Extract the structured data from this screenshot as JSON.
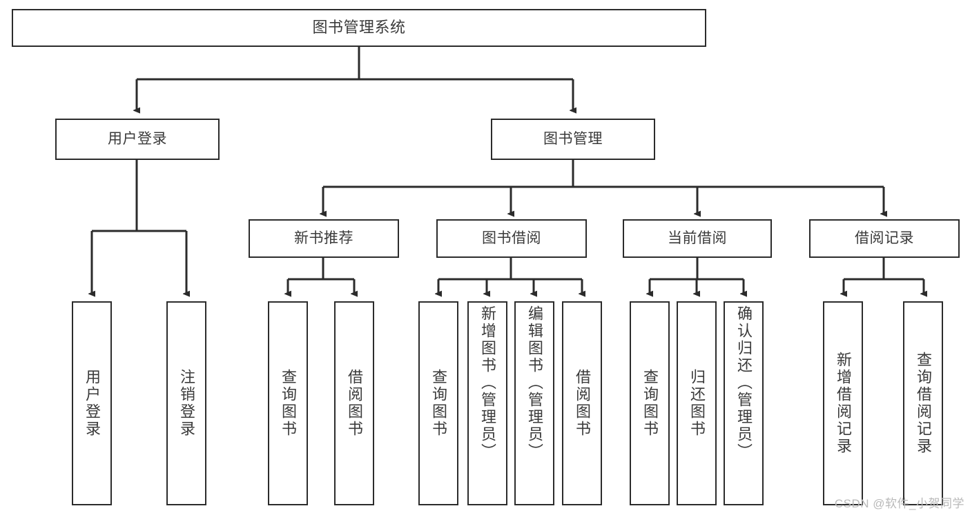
{
  "diagram": {
    "title": "图书管理系统",
    "type": "hierarchy-tree",
    "colors": {
      "background": "#ffffff",
      "box_border": "#2b2b2b",
      "box_fill": "#ffffff",
      "text": "#3a3a3a",
      "connector": "#2b2b2b",
      "watermark": "#b9b9b9"
    },
    "root": {
      "label": "图书管理系统"
    },
    "level1": [
      {
        "label": "用户登录"
      },
      {
        "label": "图书管理"
      }
    ],
    "level2": [
      {
        "label": "新书推荐"
      },
      {
        "label": "图书借阅"
      },
      {
        "label": "当前借阅"
      },
      {
        "label": "借阅记录"
      }
    ],
    "leaves": {
      "user_login": [
        {
          "label": "用户登录"
        },
        {
          "label": "注销登录"
        }
      ],
      "new_book_recommend": [
        {
          "label": "查询图书"
        },
        {
          "label": "借阅图书"
        }
      ],
      "book_borrow": [
        {
          "label": "查询图书"
        },
        {
          "label": "新增图书（管理员）"
        },
        {
          "label": "编辑图书（管理员）"
        },
        {
          "label": "借阅图书"
        }
      ],
      "current_borrow": [
        {
          "label": "查询图书"
        },
        {
          "label": "归还图书"
        },
        {
          "label": "确认归还（管理员）"
        }
      ],
      "borrow_record": [
        {
          "label": "新增借阅记录"
        },
        {
          "label": "查询借阅记录"
        }
      ]
    }
  },
  "watermark": {
    "text": "CSDN @软件_小贺同学"
  }
}
